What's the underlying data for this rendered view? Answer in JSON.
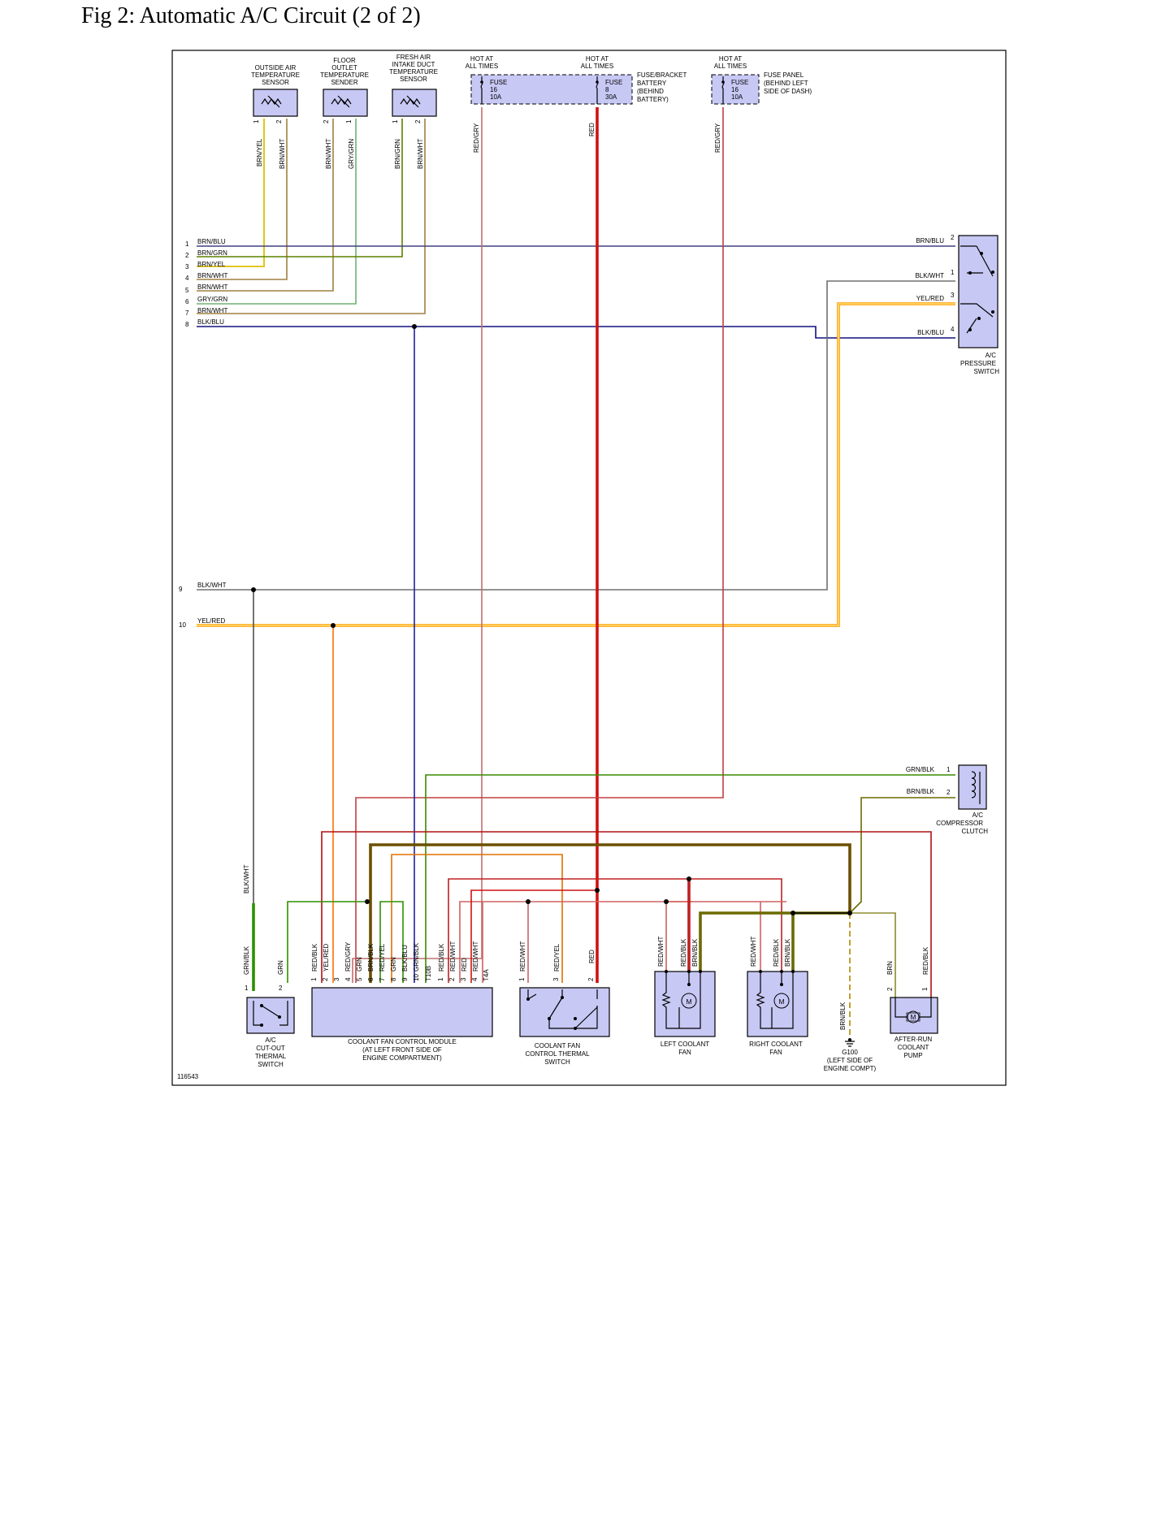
{
  "title": "Fig 2: Automatic A/C Circuit (2 of 2)",
  "figure_id": "116543",
  "colors": {
    "component_fill": "#c8c8f5",
    "brown": "#8b6914",
    "green": "#2e8b00",
    "yellow": "#e8d000",
    "red": "#d01010",
    "blue": "#101080",
    "orange": "#ff9900",
    "gray": "#888888",
    "black": "#000000",
    "white_tracer": "#f0f0f0"
  },
  "top_components": [
    {
      "name_lines": [
        "OUTSIDE AIR",
        "TEMPERATURE",
        "SENSOR"
      ],
      "pins": [
        "1",
        "2"
      ],
      "wires": [
        "BRN/YEL",
        "BRN/WHT"
      ]
    },
    {
      "name_lines": [
        "FLOOR",
        "OUTLET",
        "TEMPERATURE",
        "SENDER"
      ],
      "pins": [
        "2",
        "1"
      ],
      "wires": [
        "BRN/WHT",
        "GRY/GRN"
      ]
    },
    {
      "name_lines": [
        "FRESH AIR",
        "INTAKE DUCT",
        "TEMPERATURE",
        "SENSOR"
      ],
      "pins": [
        "1",
        "2"
      ],
      "wires": [
        "BRN/GRN",
        "BRN/WHT"
      ]
    }
  ],
  "fuses": [
    {
      "header_lines": [
        "HOT AT",
        "ALL TIMES"
      ],
      "label": [
        "FUSE",
        "16",
        "10A"
      ],
      "wire": "RED/GRY"
    },
    {
      "header_lines": [
        "HOT AT",
        "ALL TIMES"
      ],
      "label": [
        "FUSE",
        "8",
        "30A"
      ],
      "wire": "RED"
    },
    {
      "header_lines": [
        "HOT AT",
        "ALL TIMES"
      ],
      "label": [
        "FUSE",
        "16",
        "10A"
      ],
      "wire": "RED/GRY"
    }
  ],
  "fuse_locations": [
    [
      "FUSE/BRACKET",
      "BATTERY",
      "(BEHIND",
      "BATTERY)"
    ],
    [
      "FUSE PANEL",
      "(BEHIND LEFT",
      "SIDE OF DASH)"
    ]
  ],
  "left_connector": [
    {
      "n": "1",
      "wire": "BRN/BLU"
    },
    {
      "n": "2",
      "wire": "BRN/GRN"
    },
    {
      "n": "3",
      "wire": "BRN/YEL"
    },
    {
      "n": "4",
      "wire": "BRN/WHT"
    },
    {
      "n": "5",
      "wire": "BRN/WHT"
    },
    {
      "n": "6",
      "wire": "GRY/GRN"
    },
    {
      "n": "7",
      "wire": "BRN/WHT"
    },
    {
      "n": "8",
      "wire": "BLK/BLU"
    },
    {
      "n": "9",
      "wire": "BLK/WHT"
    },
    {
      "n": "10",
      "wire": "YEL/RED"
    }
  ],
  "pressure_switch": {
    "name_lines": [
      "A/C",
      "PRESSURE",
      "SWITCH"
    ],
    "pins": [
      {
        "n": "2",
        "wire": "BRN/BLU"
      },
      {
        "n": "1",
        "wire": "BLK/WHT"
      },
      {
        "n": "3",
        "wire": "YEL/RED"
      },
      {
        "n": "4",
        "wire": "BLK/BLU"
      }
    ]
  },
  "compressor_clutch": {
    "name_lines": [
      "A/C",
      "COMPRESSOR",
      "CLUTCH"
    ],
    "pins": [
      {
        "n": "1",
        "wire": "GRN/BLK"
      },
      {
        "n": "2",
        "wire": "BRN/BLK"
      }
    ]
  },
  "cutout_switch": {
    "name_lines": [
      "A/C",
      "CUT-OUT",
      "THERMAL",
      "SWITCH"
    ],
    "pins": [
      "1",
      "2"
    ],
    "wires": [
      "GRN/BLK",
      "GRN"
    ],
    "upper_wire": "BLK/WHT"
  },
  "fan_module": {
    "name_lines": [
      "COOLANT FAN CONTROL MODULE",
      "(AT LEFT FRONT SIDE OF",
      "ENGINE COMPARTMENT)"
    ],
    "pins": [
      "1",
      "2",
      "3",
      "4",
      "5",
      "6",
      "7",
      "8",
      "9",
      "10",
      "T10B",
      "1",
      "2",
      "3",
      "4",
      "T4A"
    ],
    "wires": [
      "RED/BLK",
      "YEL/RED",
      "RED/GRY",
      "GRN",
      "BRN/BLK",
      "RED/YEL",
      "GRN",
      "BLK/BLU",
      "GRN/BLK",
      "",
      "RED/BLK",
      "RED/WHT",
      "RED",
      "RED/WHT"
    ]
  },
  "thermal_switch": {
    "name_lines": [
      "COOLANT FAN",
      "CONTROL THERMAL",
      "SWITCH"
    ],
    "pins": [
      "1",
      "3",
      "2"
    ],
    "wires": [
      "RED/WHT",
      "RED/YEL",
      "RED"
    ]
  },
  "left_fan": {
    "name_lines": [
      "LEFT COOLANT",
      "FAN"
    ],
    "wires": [
      "RED/WHT",
      "RED/BLK",
      "BRN/BLK"
    ]
  },
  "right_fan": {
    "name_lines": [
      "RIGHT COOLANT",
      "FAN"
    ],
    "wires": [
      "RED/WHT",
      "RED/BLK",
      "BRN/BLK"
    ]
  },
  "ground": {
    "name_lines": [
      "G100",
      "(LEFT SIDE OF",
      "ENGINE COMPT)"
    ],
    "wire": "BRN/BLK"
  },
  "pump": {
    "name_lines": [
      "AFTER-RUN",
      "COOLANT",
      "PUMP"
    ],
    "pins": [
      "2",
      "1"
    ],
    "wires": [
      "BRN",
      "RED/BLK"
    ]
  },
  "motor_symbol": "M"
}
